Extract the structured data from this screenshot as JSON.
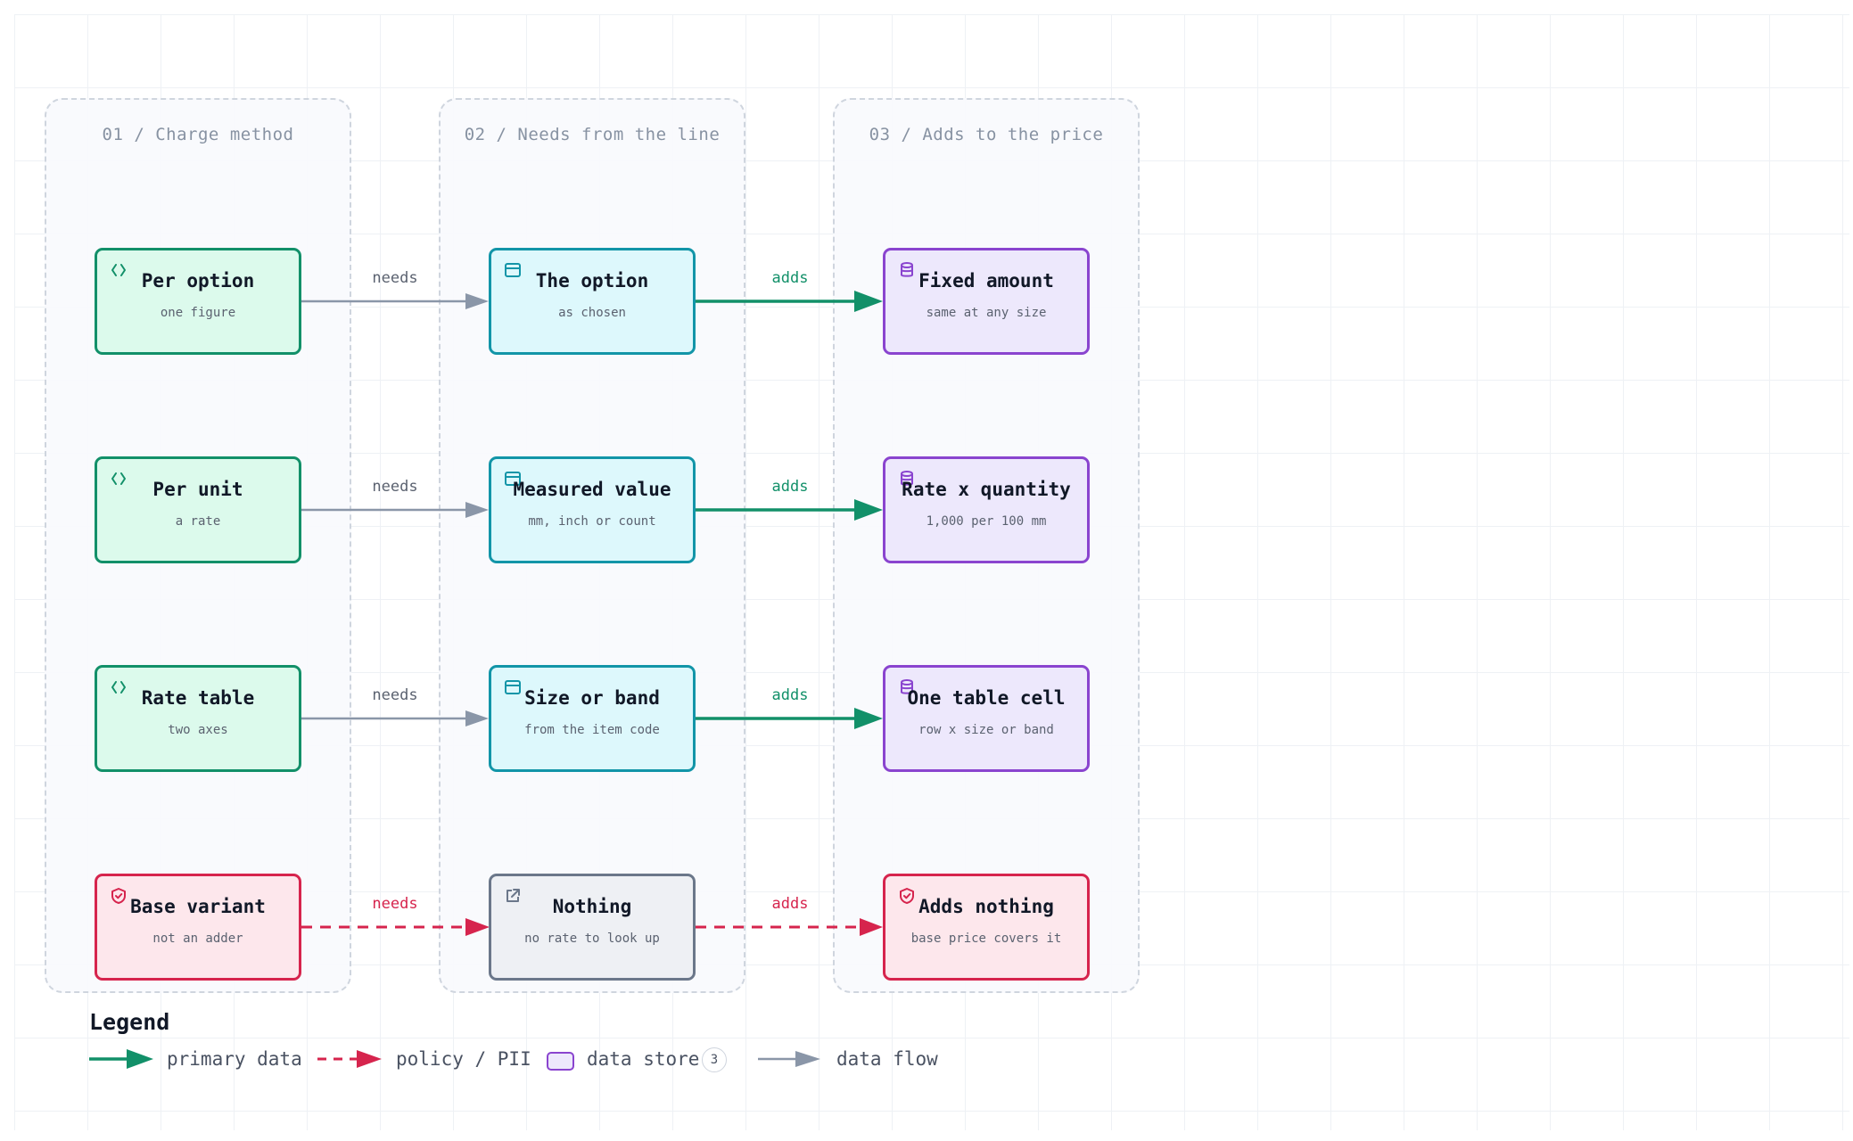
{
  "columns": [
    {
      "title": "01 / Charge method"
    },
    {
      "title": "02 / Needs from the line"
    },
    {
      "title": "03 / Adds to the price"
    }
  ],
  "rows": [
    {
      "method": {
        "title": "Per option",
        "sub": "one figure",
        "icon": "code-brackets-icon"
      },
      "needs_label": "needs",
      "need": {
        "title": "The option",
        "sub": "as chosen",
        "icon": "window-icon"
      },
      "adds_label": "adds",
      "add": {
        "title": "Fixed amount",
        "sub": "same at any size",
        "icon": "database-icon"
      }
    },
    {
      "method": {
        "title": "Per unit",
        "sub": "a rate",
        "icon": "code-brackets-icon"
      },
      "needs_label": "needs",
      "need": {
        "title": "Measured value",
        "sub": "mm, inch or count",
        "icon": "window-icon"
      },
      "adds_label": "adds",
      "add": {
        "title": "Rate x quantity",
        "sub": "1,000 per 100 mm",
        "icon": "database-icon"
      }
    },
    {
      "method": {
        "title": "Rate table",
        "sub": "two axes",
        "icon": "code-brackets-icon"
      },
      "needs_label": "needs",
      "need": {
        "title": "Size or band",
        "sub": "from the item code",
        "icon": "window-icon"
      },
      "adds_label": "adds",
      "add": {
        "title": "One table cell",
        "sub": "row x size or band",
        "icon": "database-icon"
      }
    },
    {
      "method": {
        "title": "Base variant",
        "sub": "not an adder",
        "icon": "shield-icon"
      },
      "needs_label": "needs",
      "need": {
        "title": "Nothing",
        "sub": "no rate to look up",
        "icon": "external-link-icon"
      },
      "adds_label": "adds",
      "add": {
        "title": "Adds nothing",
        "sub": "base price covers it",
        "icon": "shield-icon"
      }
    }
  ],
  "legend": {
    "title": "Legend",
    "primary": "primary data",
    "policy": "policy / PII",
    "store": "data store",
    "store_count": "3",
    "flow": "data flow"
  },
  "colors": {
    "green": "#129069",
    "cyan": "#1295a8",
    "purple": "#8a44cf",
    "red": "#d6244d",
    "gray": "#8a96a8"
  }
}
